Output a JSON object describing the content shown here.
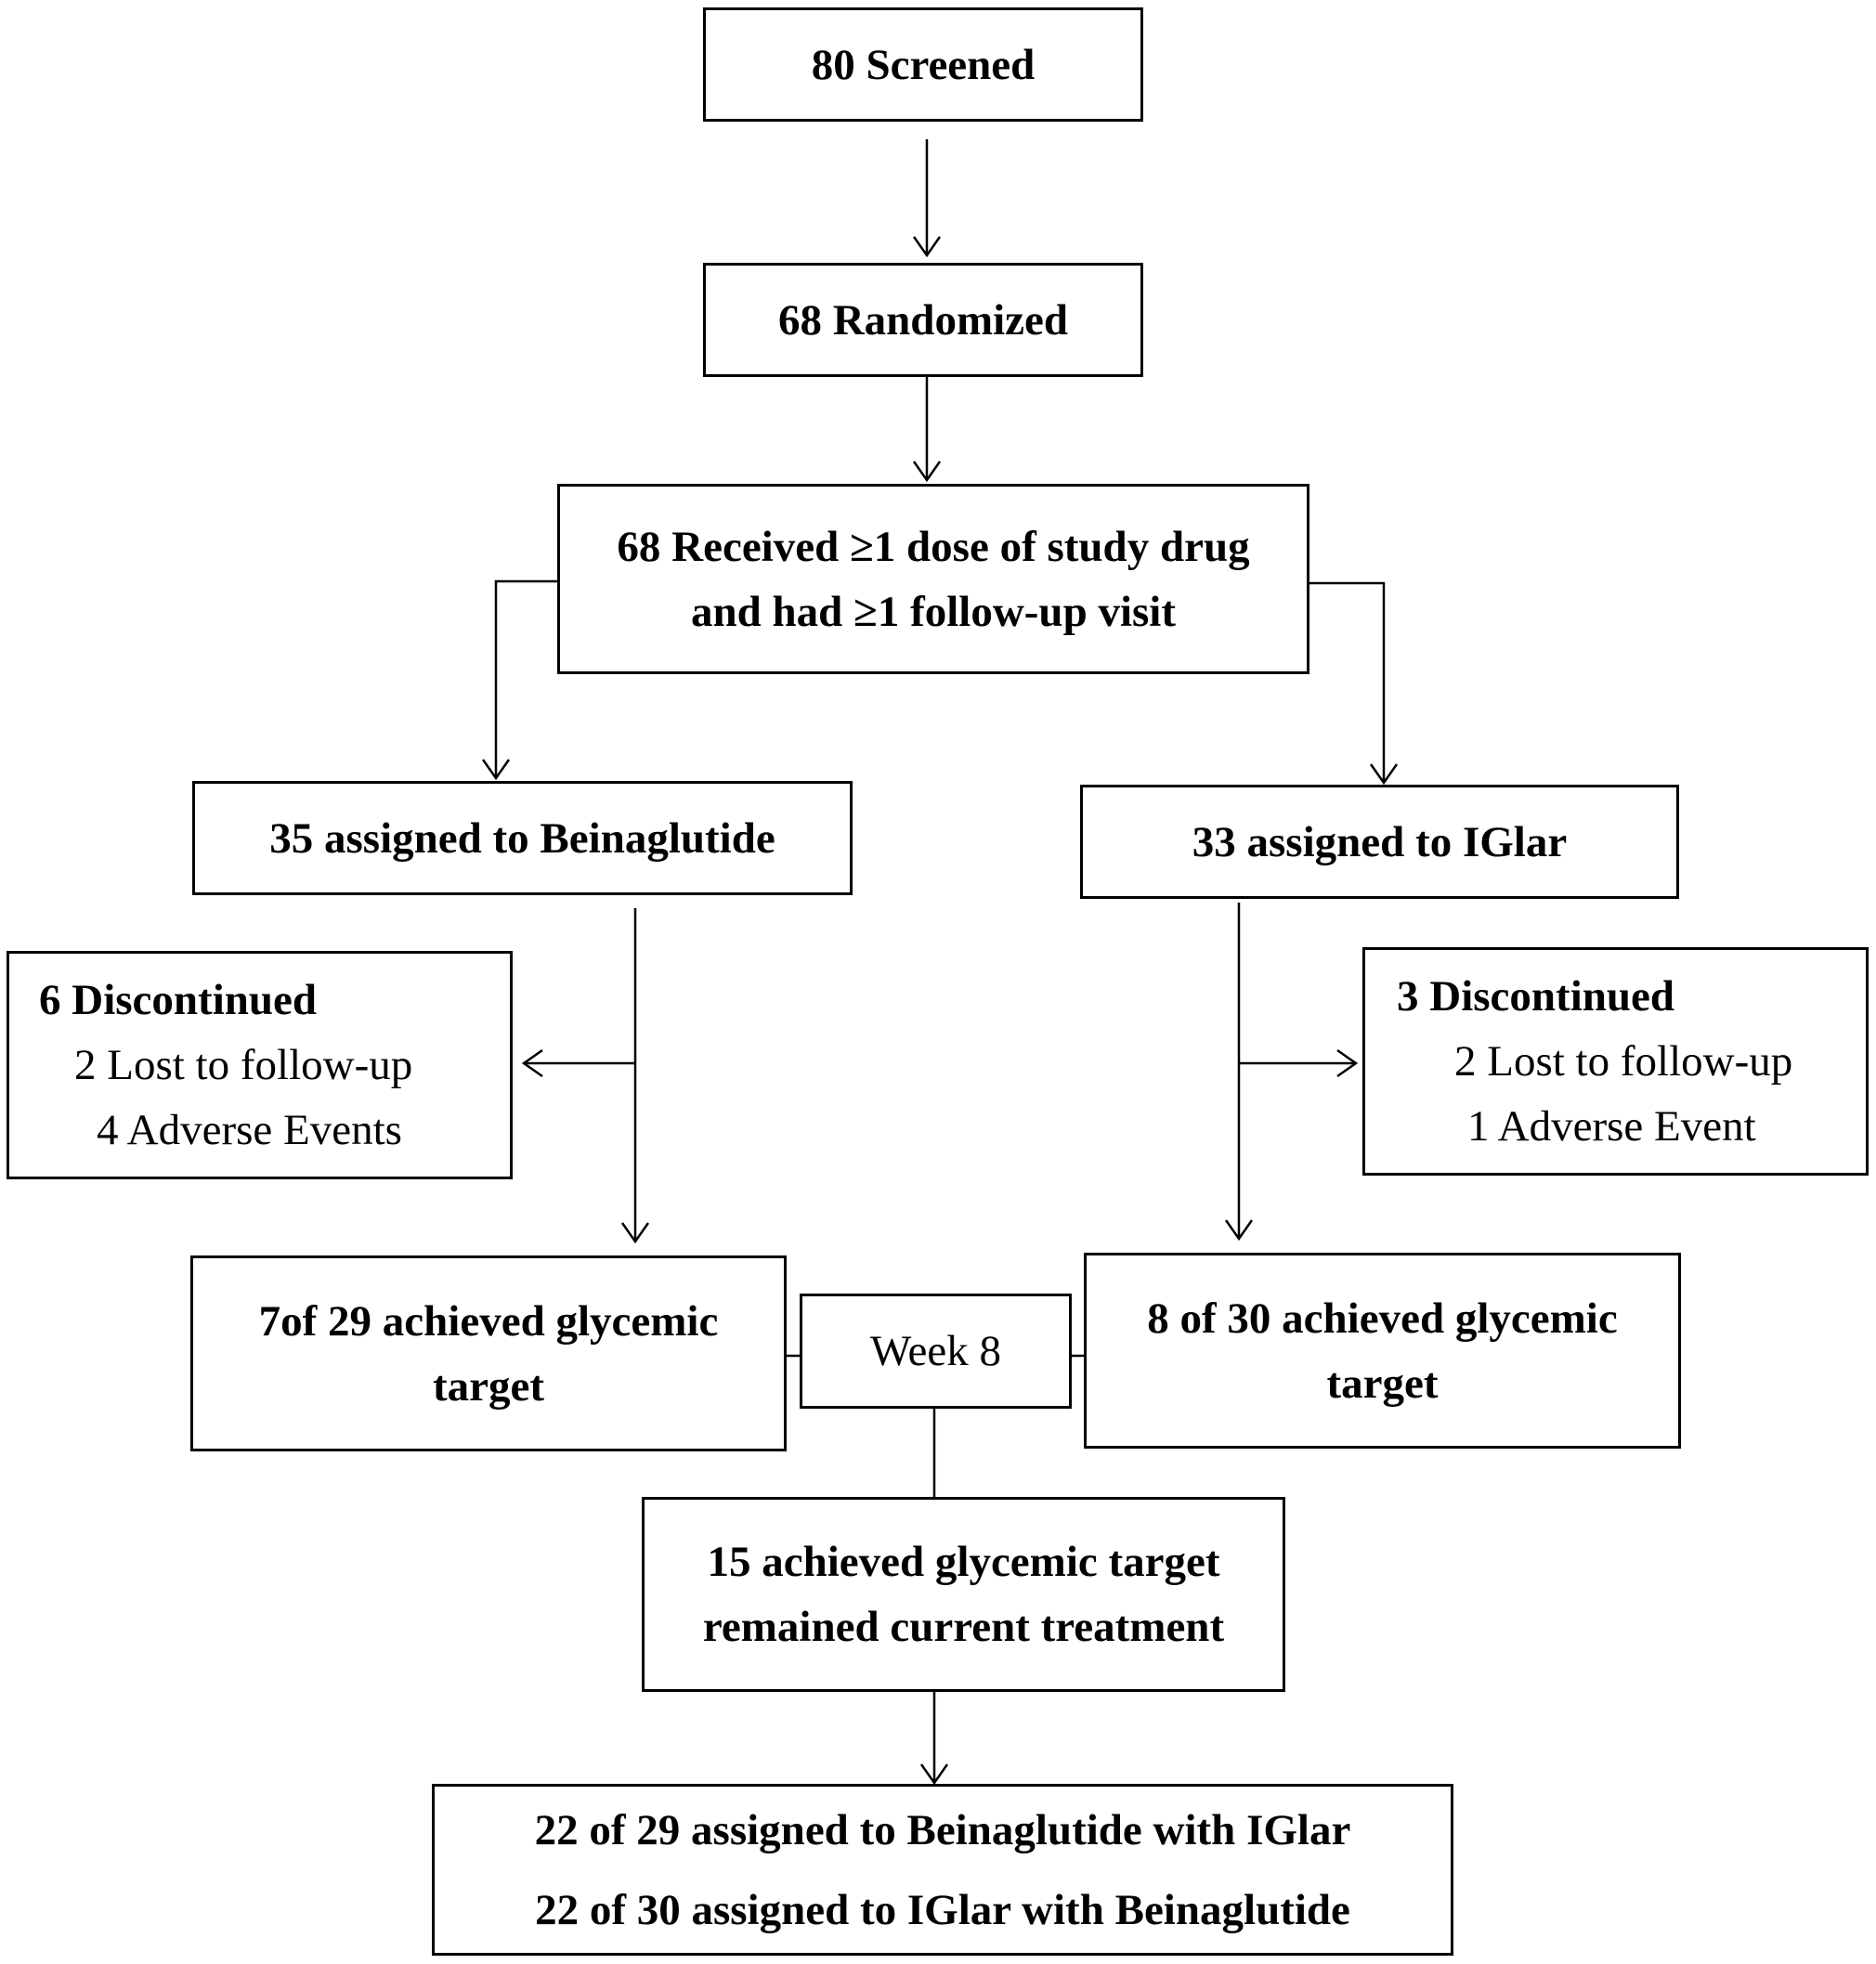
{
  "flowchart": {
    "screened": "80 Screened",
    "randomized": "68 Randomized",
    "received": [
      "68 Received ≥1 dose of study drug",
      "and had ≥1 follow-up visit"
    ],
    "arm_left": "35 assigned to Beinaglutide",
    "arm_right": "33 assigned to IGlar",
    "discontinued_left": {
      "title": "6 Discontinued",
      "items": [
        "2 Lost to follow-up",
        "4 Adverse Events"
      ]
    },
    "discontinued_right": {
      "title": "3 Discontinued",
      "items": [
        "2 Lost to follow-up",
        "1 Adverse Event"
      ]
    },
    "target_left": [
      "7of 29 achieved glycemic",
      "target"
    ],
    "target_right": [
      "8 of 30 achieved glycemic",
      "target"
    ],
    "week": "Week 8",
    "remained": [
      "15 achieved glycemic target",
      "remained current treatment"
    ],
    "final": [
      "22 of 29 assigned to Beinaglutide with IGlar",
      "22 of 30 assigned to IGlar with Beinaglutide"
    ]
  }
}
